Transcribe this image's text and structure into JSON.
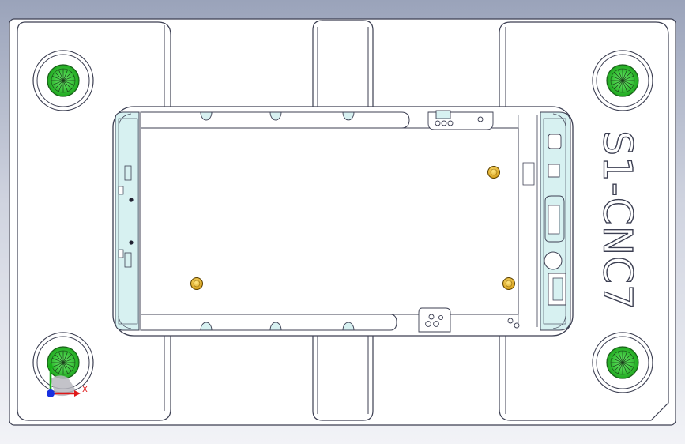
{
  "part_label": "S1-CNC7",
  "triad": {
    "x_label": "X"
  },
  "colors": {
    "background_top": "#9aa3ba",
    "background_bottom": "#f2f3f7",
    "plate_fill": "#ffffff",
    "plate_stroke": "#3c3f52",
    "part_fill": "#d7f1f1",
    "bolt_green": "#3ad13a",
    "pin_yellow": "#f0c020",
    "axis_red": "#e01818",
    "axis_green": "#18b018",
    "axis_blue": "#1830e0"
  },
  "bolts": {
    "count": 4,
    "icon": "green-hex-bolt"
  },
  "pins": {
    "count": 3,
    "icon": "yellow-locator-pin"
  }
}
